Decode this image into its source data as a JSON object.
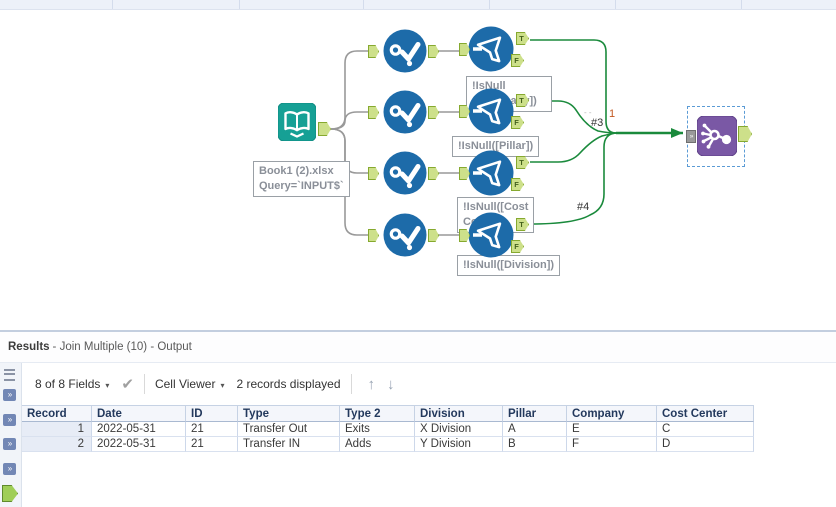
{
  "icons": {
    "expand": "»",
    "check": "✔",
    "caret": "▾",
    "up": "↑",
    "down": "↓",
    "join_in": "»"
  },
  "canvas": {
    "anchor_labels": {
      "t": "T",
      "f": "F"
    },
    "input": {
      "annotation": [
        "Book1 (2).xlsx",
        "Query=`INPUT$`"
      ]
    },
    "annotations": {
      "company": [
        "!IsNull",
        "([Company])"
      ],
      "pillar": "!IsNull([Pillar])",
      "cost_center": [
        "!IsNull([Cost",
        "Center])"
      ],
      "division": "!IsNull([Division])"
    },
    "wire_labels": {
      "merge": "#3",
      "merge_count": "1",
      "merge_dashes": "- -",
      "branch4": "#4"
    }
  },
  "results": {
    "title_primary": "Results",
    "title_secondary": "- Join Multiple (10) - Output",
    "toolbar": {
      "fields_label": "8 of 8 Fields",
      "cell_viewer_label": "Cell Viewer",
      "records_label": "2 records displayed"
    },
    "table": {
      "columns": [
        "Record",
        "Date",
        "ID",
        "Type",
        "Type 2",
        "Division",
        "Pillar",
        "Company",
        "Cost Center"
      ],
      "rows": [
        [
          "1",
          "2022-05-31",
          "21",
          "Transfer Out",
          "Exits",
          "X Division",
          "A",
          "E",
          "C"
        ],
        [
          "2",
          "2022-05-31",
          "21",
          "Transfer IN",
          "Adds",
          "Y Division",
          "B",
          "F",
          "D"
        ]
      ]
    }
  },
  "colors": {
    "tool_blue": "#1d6ba9",
    "tool_teal": "#16a095",
    "tool_purple": "#7a58a5",
    "wire_green": "#1a8a3c",
    "wire_gray": "#999999",
    "anchor_green": "#cde08a",
    "selection_blue": "#5b9bd5"
  }
}
